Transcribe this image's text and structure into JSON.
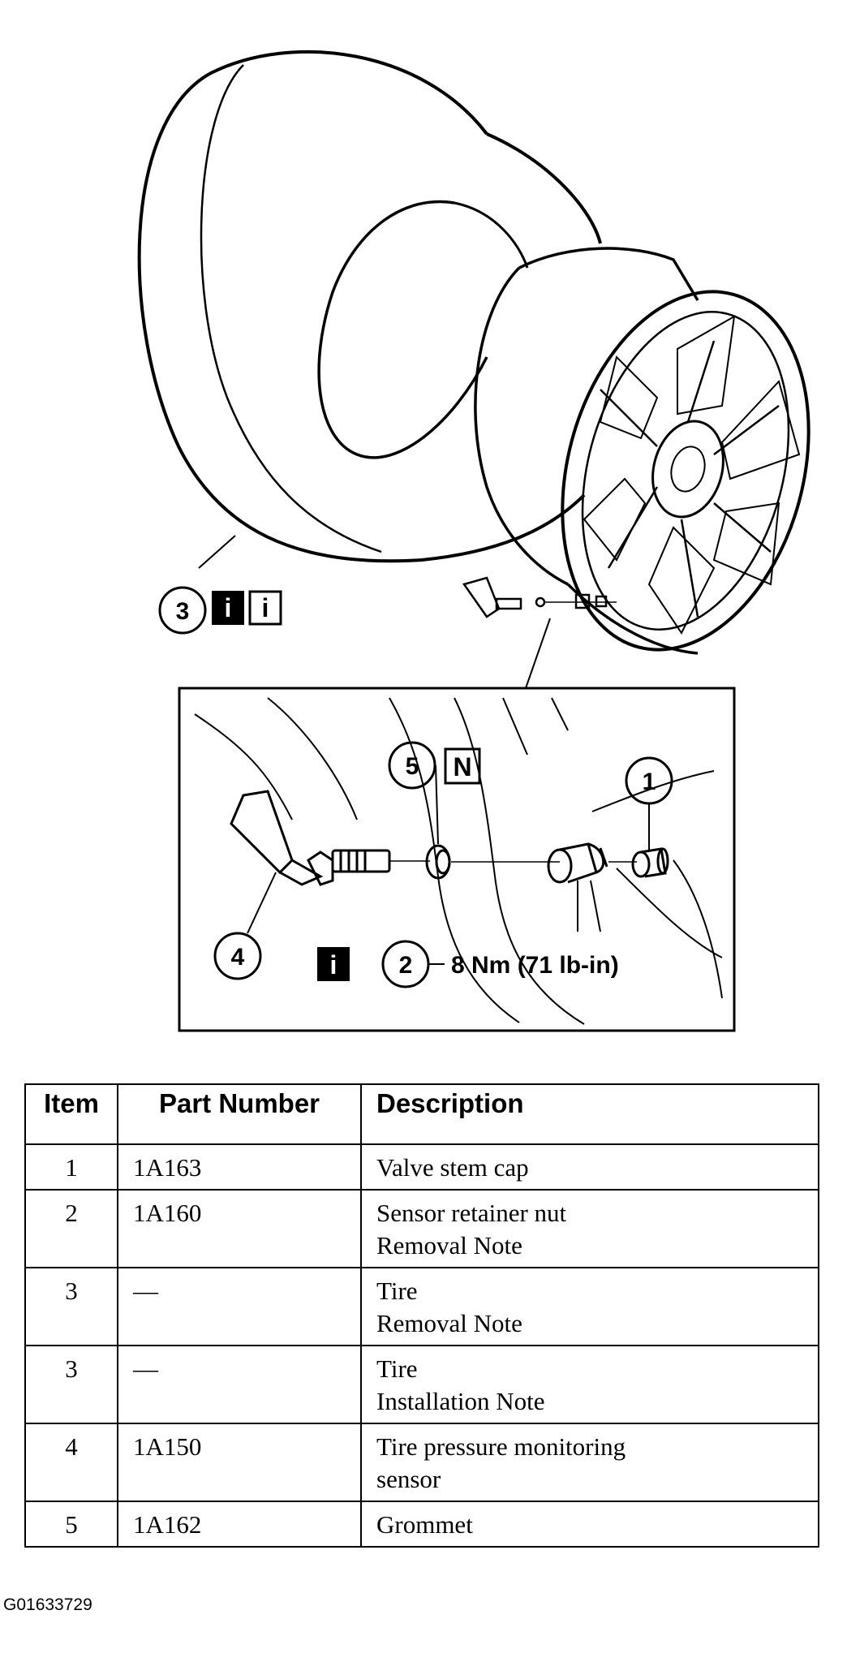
{
  "callouts": {
    "tire": "3",
    "valve_cap": "1",
    "retainer_nut": "2",
    "sensor": "4",
    "grommet": "5"
  },
  "badges": {
    "info": "i",
    "new_part": "N"
  },
  "torque_spec": "8 Nm (71 lb-in)",
  "table": {
    "headers": {
      "item": "Item",
      "part_number": "Part Number",
      "description": "Description"
    },
    "rows": [
      {
        "item": "1",
        "part_number": "1A163",
        "description": [
          "Valve stem cap"
        ]
      },
      {
        "item": "2",
        "part_number": "1A160",
        "description": [
          "Sensor retainer nut",
          "Removal Note"
        ]
      },
      {
        "item": "3",
        "part_number": "—",
        "description": [
          "Tire",
          "Removal Note"
        ]
      },
      {
        "item": "3",
        "part_number": "—",
        "description": [
          "Tire",
          "Installation Note"
        ]
      },
      {
        "item": "4",
        "part_number": "1A150",
        "description": [
          "Tire pressure monitoring",
          "sensor"
        ]
      },
      {
        "item": "5",
        "part_number": "1A162",
        "description": [
          "Grommet"
        ]
      }
    ]
  },
  "figure_id": "G01633729"
}
